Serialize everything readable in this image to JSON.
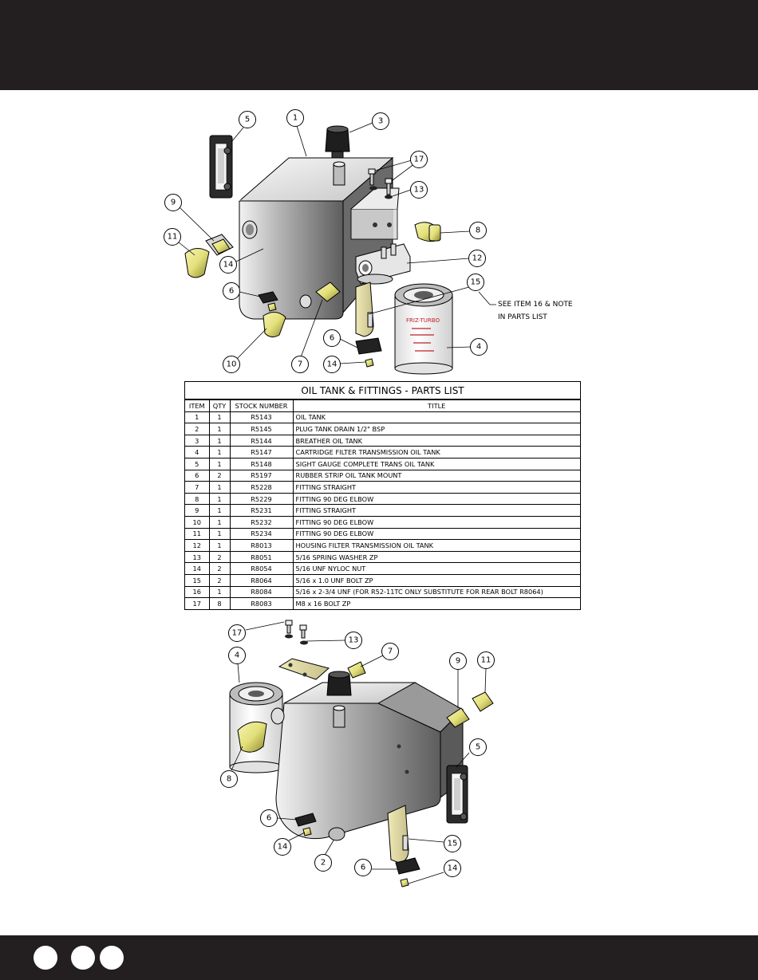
{
  "parts_list": {
    "title": "OIL TANK & FITTINGS - PARTS LIST",
    "headers": {
      "item": "ITEM",
      "qty": "QTY",
      "stock": "STOCK NUMBER",
      "title": "TITLE"
    },
    "rows": [
      {
        "item": "1",
        "qty": "1",
        "stock": "R5143",
        "title": "OIL TANK"
      },
      {
        "item": "2",
        "qty": "1",
        "stock": "R5145",
        "title": "PLUG TANK DRAIN 1/2\" BSP"
      },
      {
        "item": "3",
        "qty": "1",
        "stock": "R5144",
        "title": "BREATHER OIL TANK"
      },
      {
        "item": "4",
        "qty": "1",
        "stock": "R5147",
        "title": "CARTRIDGE FILTER TRANSMISSION OIL TANK"
      },
      {
        "item": "5",
        "qty": "1",
        "stock": "R5148",
        "title": "SIGHT GAUGE COMPLETE TRANS OIL TANK"
      },
      {
        "item": "6",
        "qty": "2",
        "stock": "R5197",
        "title": "RUBBER STRIP OIL TANK MOUNT"
      },
      {
        "item": "7",
        "qty": "1",
        "stock": "R5228",
        "title": "FITTING STRAIGHT"
      },
      {
        "item": "8",
        "qty": "1",
        "stock": "R5229",
        "title": "FITTING 90 DEG ELBOW"
      },
      {
        "item": "9",
        "qty": "1",
        "stock": "R5231",
        "title": "FITTING STRAIGHT"
      },
      {
        "item": "10",
        "qty": "1",
        "stock": "R5232",
        "title": "FITTING 90 DEG ELBOW"
      },
      {
        "item": "11",
        "qty": "1",
        "stock": "R5234",
        "title": "FITTING 90 DEG ELBOW"
      },
      {
        "item": "12",
        "qty": "1",
        "stock": "R8013",
        "title": "HOUSING FILTER TRANSMISSION OIL TANK"
      },
      {
        "item": "13",
        "qty": "2",
        "stock": "R8051",
        "title": "5/16 SPRING WASHER ZP"
      },
      {
        "item": "14",
        "qty": "2",
        "stock": "R8054",
        "title": "5/16 UNF NYLOC NUT"
      },
      {
        "item": "15",
        "qty": "2",
        "stock": "R8064",
        "title": "5/16 x 1.0 UNF BOLT ZP"
      },
      {
        "item": "16",
        "qty": "1",
        "stock": "R8084",
        "title": "5/16 x 2-3/4 UNF (FOR R52-11TC ONLY SUBSTITUTE FOR REAR BOLT R8064)"
      },
      {
        "item": "17",
        "qty": "8",
        "stock": "R8083",
        "title": "M8 x 16 BOLT ZP"
      }
    ]
  },
  "top_view": {
    "note_line1": "SEE ITEM 16 & NOTE",
    "note_line2": "IN PARTS LIST",
    "filter_brand": "FRIZ-TURBO",
    "callouts": [
      "5",
      "1",
      "3",
      "17",
      "13",
      "9",
      "8",
      "11",
      "12",
      "14",
      "15",
      "6",
      "4",
      "10",
      "7",
      "6",
      "14"
    ]
  },
  "bottom_view": {
    "callouts": [
      "17",
      "13",
      "7",
      "9",
      "11",
      "4",
      "5",
      "8",
      "6",
      "15",
      "14",
      "2",
      "6",
      "14"
    ]
  },
  "colors": {
    "header_bar": "#231f20",
    "fitting_yellow": "#e3e07a",
    "tank_gray": "#8c8c8c"
  }
}
